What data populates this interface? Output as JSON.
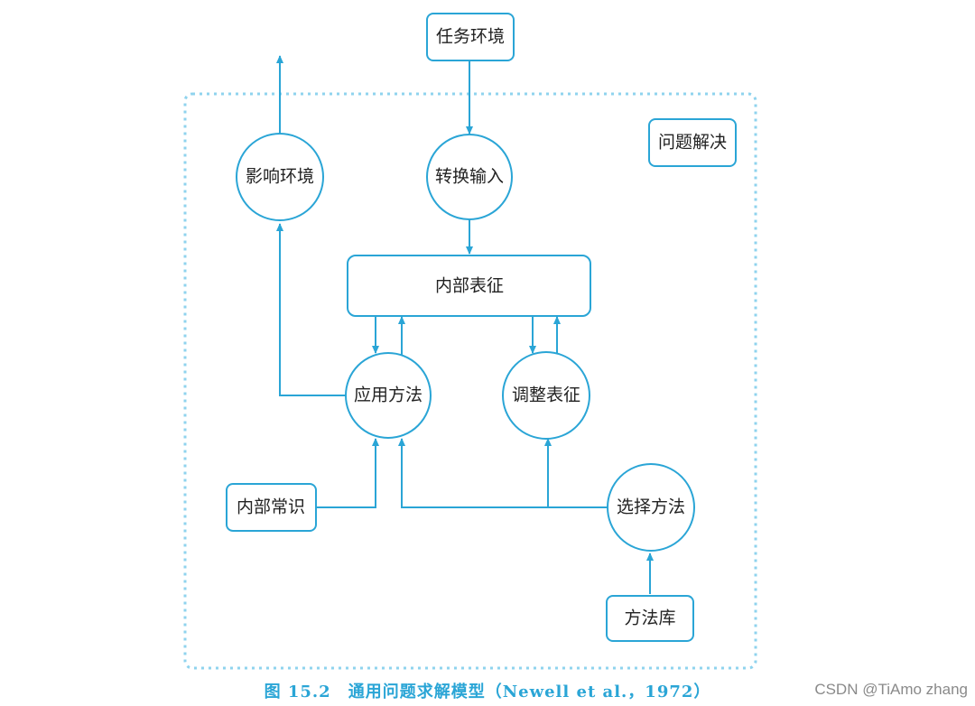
{
  "nodes": {
    "task_env": "任务环境",
    "problem_solving": "问题解决",
    "affect_env": "影响环境",
    "transform_input": "转换输入",
    "internal_repr": "内部表征",
    "apply_method": "应用方法",
    "adjust_repr": "调整表征",
    "internal_knowledge": "内部常识",
    "select_method": "选择方法",
    "method_library": "方法库"
  },
  "caption": "图 15.2　通用问题求解模型（Newell et al.，1972）",
  "watermark": "CSDN @TiAmo zhang",
  "colors": {
    "accent": "#2aa5d6",
    "dashed_border": "#8fd3ee"
  }
}
